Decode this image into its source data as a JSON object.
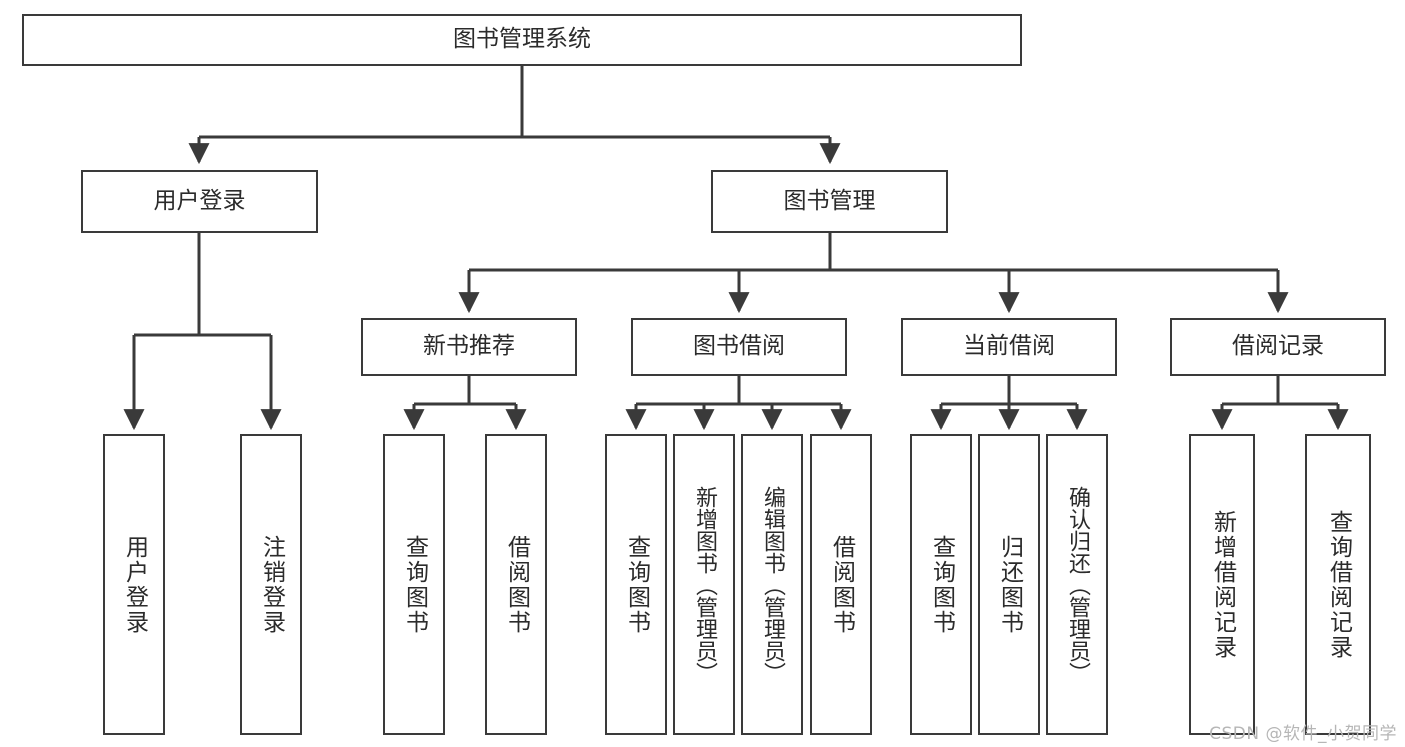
{
  "diagram": {
    "title_node": {
      "label": "图书管理系统"
    },
    "level2": [
      {
        "id": "user-login",
        "label": "用户登录"
      },
      {
        "id": "book-manage",
        "label": "图书管理"
      }
    ],
    "level3": [
      {
        "id": "new-book-recommend",
        "label": "新书推荐"
      },
      {
        "id": "book-borrow",
        "label": "图书借阅"
      },
      {
        "id": "current-borrow",
        "label": "当前借阅"
      },
      {
        "id": "borrow-record",
        "label": "借阅记录"
      }
    ],
    "leaves": {
      "user_login": [
        {
          "id": "leaf-user-login",
          "label": "用户登录"
        },
        {
          "id": "leaf-logout",
          "label": "注销登录"
        }
      ],
      "new_book_recommend": [
        {
          "id": "leaf-query-book-1",
          "label": "查询图书"
        },
        {
          "id": "leaf-borrow-book-1",
          "label": "借阅图书"
        }
      ],
      "book_borrow": [
        {
          "id": "leaf-query-book-2",
          "label": "查询图书"
        },
        {
          "id": "leaf-add-book",
          "label": "新增图书（管理员）"
        },
        {
          "id": "leaf-edit-book",
          "label": "编辑图书（管理员）"
        },
        {
          "id": "leaf-borrow-book-2",
          "label": "借阅图书"
        }
      ],
      "current_borrow": [
        {
          "id": "leaf-query-book-3",
          "label": "查询图书"
        },
        {
          "id": "leaf-return-book",
          "label": "归还图书"
        },
        {
          "id": "leaf-confirm-return",
          "label": "确认归还（管理员）"
        }
      ],
      "borrow_record": [
        {
          "id": "leaf-add-record",
          "label": "新增借阅记录"
        },
        {
          "id": "leaf-query-record",
          "label": "查询借阅记录"
        }
      ]
    },
    "watermark": "CSDN @软件_小贺同学",
    "colors": {
      "box_border": "#3a3a3a",
      "box_fill": "#ffffff",
      "connector": "#3a3a3a",
      "text": "#2b2b2b",
      "watermark": "#b6b6b6",
      "background": "#ffffff"
    }
  }
}
